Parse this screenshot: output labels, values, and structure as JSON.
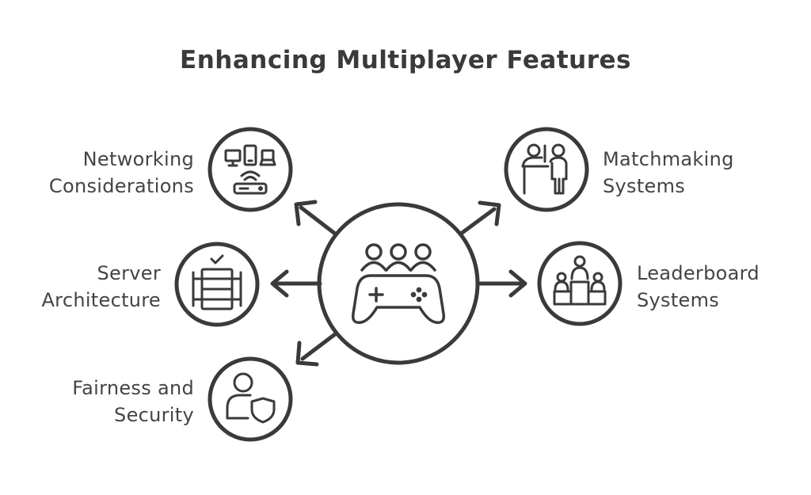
{
  "title": "Enhancing Multiplayer Features",
  "center": {
    "icon": "game-controller-with-players-icon"
  },
  "features": {
    "networking": {
      "line1": "Networking",
      "line2": "Considerations",
      "icon": "networked-devices-router-icon"
    },
    "server": {
      "line1": "Server",
      "line2": "Architecture",
      "icon": "server-rack-check-icon"
    },
    "fairness": {
      "line1": "Fairness and",
      "line2": "Security",
      "icon": "person-shield-icon"
    },
    "matchmaking": {
      "line1": "Matchmaking",
      "line2": "Systems",
      "icon": "people-at-board-icon"
    },
    "leaderboard": {
      "line1": "Leaderboard",
      "line2": "Systems",
      "icon": "podium-icon"
    }
  },
  "colors": {
    "stroke": "#3a3a3a",
    "background": "#ffffff"
  }
}
